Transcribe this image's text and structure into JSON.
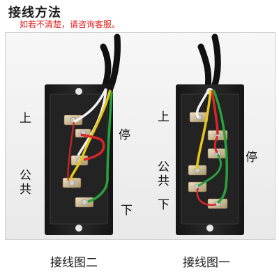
{
  "header": {
    "title": "接线方法",
    "subtitle": "如若不清楚，请咨询客服。"
  },
  "diagrams": [
    {
      "caption": "接线图二",
      "labels": {
        "up": "上",
        "stop": "停",
        "common_1": "公",
        "common_2": "共",
        "down": "下"
      }
    },
    {
      "caption": "接线图一",
      "labels": {
        "up": "上",
        "stop": "停",
        "common_1": "公",
        "common_2": "共",
        "down": "下"
      }
    }
  ],
  "colors": {
    "title": "#1a1a1a",
    "subtitle": "#e02020",
    "switch_body": "#1e1e1e",
    "wire_red": "#d8262a",
    "wire_green": "#2aa23c",
    "wire_yellow": "#e6c619",
    "wire_white": "#f2f2f2",
    "cable": "#111111"
  }
}
